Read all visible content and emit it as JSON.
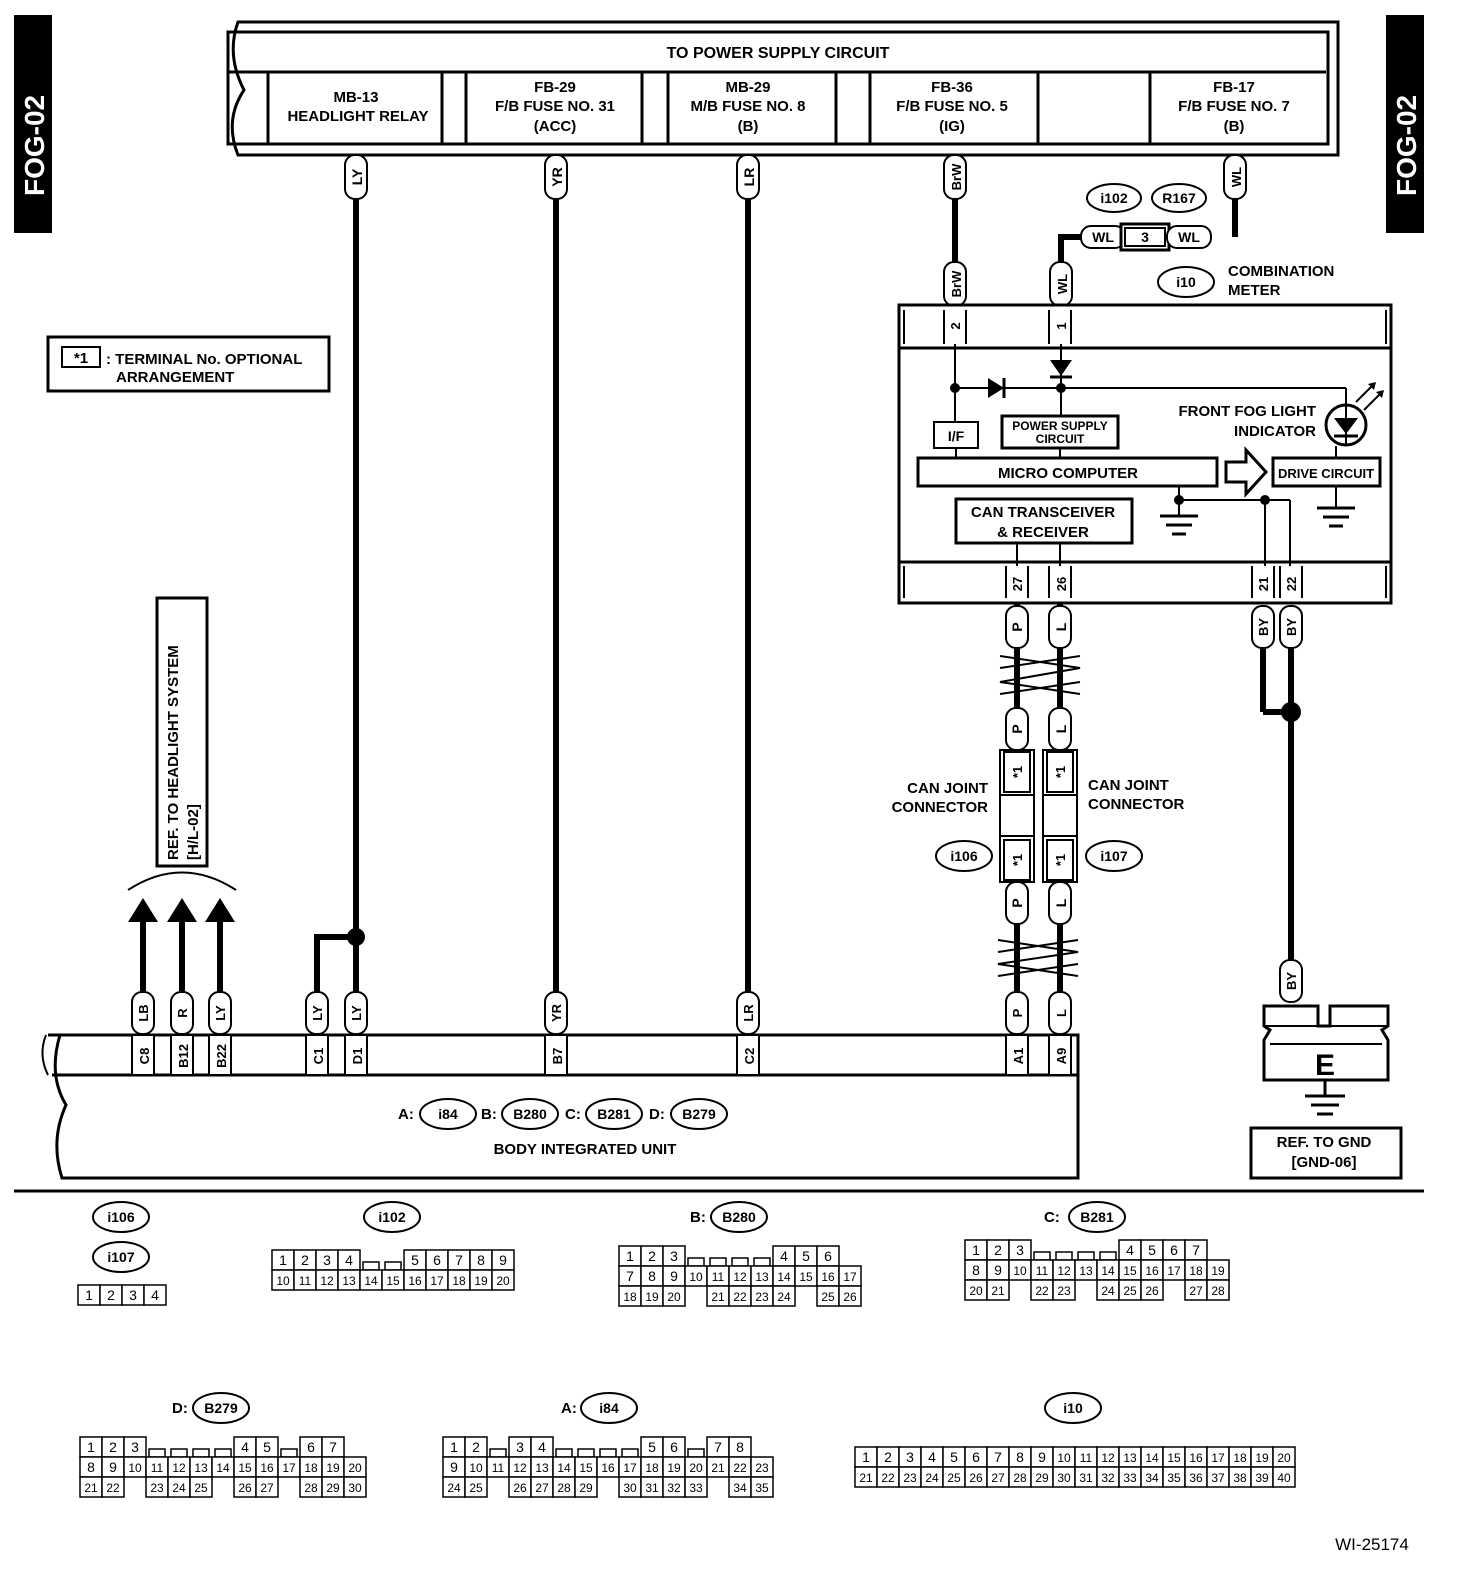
{
  "page": {
    "side_tag": "FOG-02",
    "drawing_id": "WI-25174"
  },
  "power_supply": {
    "title": "TO POWER SUPPLY CIRCUIT",
    "sources": [
      {
        "code": "MB-13",
        "name": "HEADLIGHT RELAY",
        "sub": ""
      },
      {
        "code": "FB-29",
        "name": "F/B FUSE NO. 31",
        "sub": "(ACC)"
      },
      {
        "code": "MB-29",
        "name": "M/B FUSE NO. 8",
        "sub": "(B)"
      },
      {
        "code": "FB-36",
        "name": "F/B FUSE NO. 5",
        "sub": "(IG)"
      },
      {
        "code": "FB-17",
        "name": "F/B FUSE NO. 7",
        "sub": "(B)"
      }
    ]
  },
  "legend": {
    "mark": "*1",
    "text_line1": ": TERMINAL No. OPTIONAL",
    "text_line2": "ARRANGEMENT"
  },
  "wires": {
    "ly": "LY",
    "yr": "YR",
    "lr": "LR",
    "brw": "BrW",
    "wl": "WL",
    "p": "P",
    "l": "L",
    "by": "BY",
    "lb": "LB",
    "r": "R"
  },
  "connector_ids": {
    "i102": "i102",
    "r167": "R167",
    "i10": "i10",
    "i106": "i106",
    "i107": "i107",
    "i84": "i84",
    "b280": "B280",
    "b281": "B281",
    "b279": "B279",
    "inline_pin": "3",
    "star": "*1"
  },
  "meter": {
    "label_line1": "COMBINATION",
    "label_line2": "METER",
    "pins_top": [
      "2",
      "1"
    ],
    "pins_bottom": [
      "27",
      "26",
      "21",
      "22"
    ],
    "if_label": "I/F",
    "psc_line1": "POWER SUPPLY",
    "psc_line2": "CIRCUIT",
    "micro": "MICRO COMPUTER",
    "can_line1": "CAN TRANSCEIVER",
    "can_line2": "& RECEIVER",
    "drive": "DRIVE CIRCUIT",
    "ind_line1": "FRONT FOG LIGHT",
    "ind_line2": "INDICATOR"
  },
  "can_joint": {
    "left_line1": "CAN JOINT",
    "left_line2": "CONNECTOR",
    "right_line1": "CAN JOINT",
    "right_line2": "CONNECTOR"
  },
  "headlight_ref": {
    "line1": "REF. TO HEADLIGHT SYSTEM",
    "line2": "[H/L-02]"
  },
  "biu": {
    "pins": [
      "C8",
      "B12",
      "B22",
      "C1",
      "D1",
      "B7",
      "C2",
      "A1",
      "A9"
    ],
    "prefix_a": "A:",
    "prefix_b": "B:",
    "prefix_c": "C:",
    "prefix_d": "D:",
    "name": "BODY INTEGRATED UNIT"
  },
  "ground": {
    "letter": "E",
    "ref_line1": "REF. TO GND",
    "ref_line2": "[GND-06]"
  },
  "connector_views": {
    "i106": {
      "rows": [
        [
          "1",
          "2",
          "3",
          "4"
        ]
      ]
    },
    "i102": {
      "rows": [
        [
          "1",
          "2",
          "3",
          "4",
          "",
          "",
          "5",
          "6",
          "7",
          "8",
          "9"
        ],
        [
          "10",
          "11",
          "12",
          "13",
          "14",
          "15",
          "16",
          "17",
          "18",
          "19",
          "20"
        ]
      ]
    },
    "b280": {
      "rows": [
        [
          "1",
          "2",
          "3",
          "",
          "",
          "",
          "",
          "4",
          "5",
          "6"
        ],
        [
          "7",
          "8",
          "9",
          "10",
          "11",
          "12",
          "13",
          "14",
          "15",
          "16",
          "17"
        ],
        [
          "18",
          "19",
          "20",
          "",
          "21",
          "22",
          "23",
          "24",
          "",
          "25",
          "26"
        ]
      ]
    },
    "b281": {
      "rows": [
        [
          "1",
          "2",
          "3",
          "",
          "",
          "",
          "",
          "4",
          "5",
          "6",
          "7"
        ],
        [
          "8",
          "9",
          "10",
          "11",
          "12",
          "13",
          "14",
          "15",
          "16",
          "17",
          "18",
          "19"
        ],
        [
          "20",
          "21",
          "",
          "22",
          "23",
          "",
          "24",
          "25",
          "26",
          "",
          "27",
          "28"
        ]
      ]
    },
    "b279": {
      "rows": [
        [
          "1",
          "2",
          "3",
          "",
          "",
          "",
          "",
          "4",
          "5",
          "",
          "6",
          "7"
        ],
        [
          "8",
          "9",
          "10",
          "11",
          "12",
          "13",
          "14",
          "15",
          "16",
          "17",
          "18",
          "19",
          "20"
        ],
        [
          "21",
          "22",
          "",
          "23",
          "24",
          "25",
          "",
          "26",
          "27",
          "",
          "28",
          "29",
          "30"
        ]
      ]
    },
    "i84": {
      "rows": [
        [
          "1",
          "2",
          "",
          "3",
          "4",
          "",
          "",
          "",
          "",
          "5",
          "6",
          "",
          "7",
          "8"
        ],
        [
          "9",
          "10",
          "11",
          "12",
          "13",
          "14",
          "15",
          "16",
          "17",
          "18",
          "19",
          "20",
          "21",
          "22",
          "23"
        ],
        [
          "24",
          "25",
          "",
          "26",
          "27",
          "28",
          "29",
          "",
          "30",
          "31",
          "32",
          "33",
          "",
          "34",
          "35"
        ]
      ]
    },
    "i10": {
      "rows": [
        [
          "1",
          "2",
          "3",
          "4",
          "5",
          "6",
          "7",
          "8",
          "9",
          "10",
          "11",
          "12",
          "13",
          "14",
          "15",
          "16",
          "17",
          "18",
          "19",
          "20"
        ],
        [
          "21",
          "22",
          "23",
          "24",
          "25",
          "26",
          "27",
          "28",
          "29",
          "30",
          "31",
          "32",
          "33",
          "34",
          "35",
          "36",
          "37",
          "38",
          "39",
          "40"
        ]
      ]
    }
  }
}
